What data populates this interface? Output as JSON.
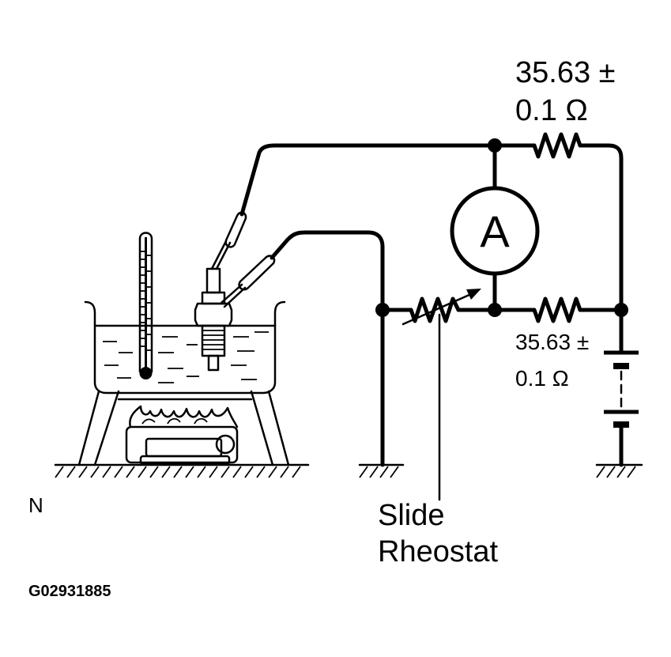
{
  "labels": {
    "top_resistor_line1": "35.63 ±",
    "top_resistor_line2": "0.1 Ω",
    "bottom_resistor_line1": "35.63 ±",
    "bottom_resistor_line2": "0.1 Ω",
    "ammeter": "A",
    "rheostat_line1": "Slide",
    "rheostat_line2": "Rheostat",
    "corner_mark": "N",
    "figure_code": "G02931885"
  },
  "colors": {
    "ink": "#000000",
    "background": "#ffffff"
  }
}
